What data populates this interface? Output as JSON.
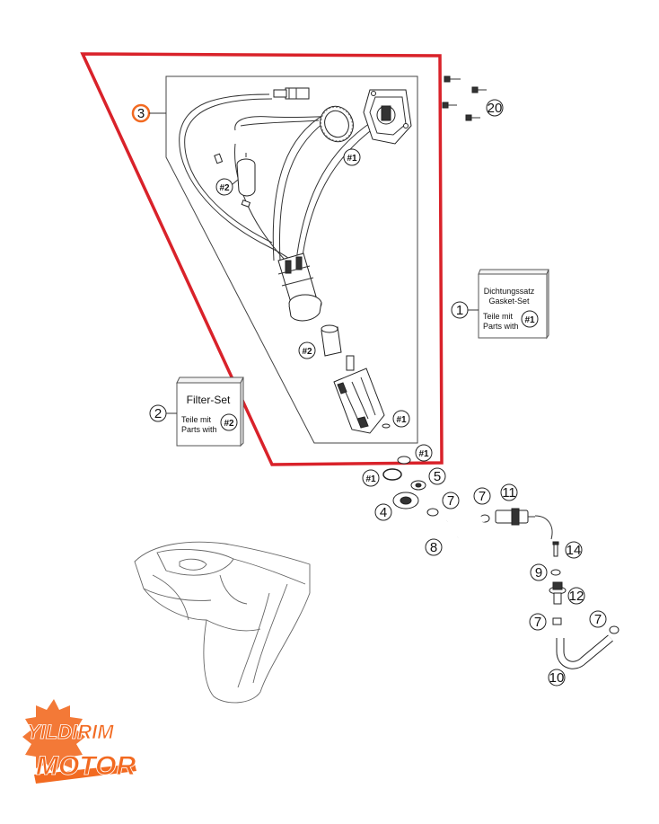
{
  "callouts": {
    "c1": "1",
    "c2": "2",
    "c3": "3",
    "c4": "4",
    "c5": "5",
    "c7a": "7",
    "c7b": "7",
    "c7c": "7",
    "c7d": "7",
    "c8": "8",
    "c9": "9",
    "c10": "10",
    "c11": "11",
    "c12": "12",
    "c14": "14",
    "c20": "20"
  },
  "markers": {
    "m1_top": "#1",
    "m1_bottom": "#1",
    "m1_outer": "#1",
    "m1_seal": "#1",
    "m2_filter": "#2",
    "m2_sleeve": "#2"
  },
  "gasket_box": {
    "line1": "Dichtungssatz",
    "line2": "Gasket-Set",
    "line3": "Teile mit",
    "line4": "Parts with",
    "marker": "#1"
  },
  "filter_box": {
    "title": "Filter-Set",
    "line1": "Teile mit",
    "line2": "Parts with",
    "marker": "#2"
  },
  "logo": {
    "line1": "YILDIRIM",
    "line2": "MOTOR"
  },
  "colors": {
    "highlight": "#d9222a",
    "accent": "#f26a21",
    "line": "#333333"
  }
}
